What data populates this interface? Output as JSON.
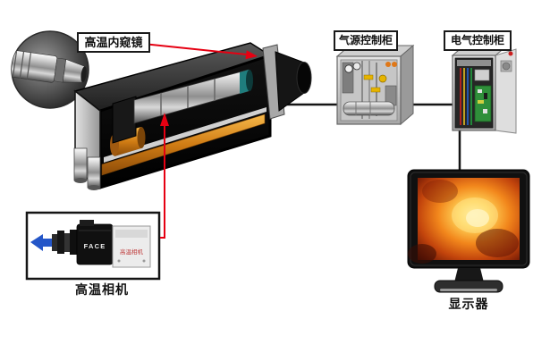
{
  "diagram": {
    "labels": {
      "endoscope": "高温内窥镜",
      "gas_cabinet": "气源控制柜",
      "electric_cabinet": "电气控制柜",
      "camera": "高温相机",
      "monitor": "显示器"
    },
    "camera_unit": {
      "brand": "FACE",
      "tag": "高温相机"
    },
    "colors": {
      "connector_red": "#e60012",
      "connector_black": "#151515",
      "arrow_blue": "#2456c8",
      "background": "#ffffff",
      "furnace_glow": "#f2871c"
    }
  }
}
